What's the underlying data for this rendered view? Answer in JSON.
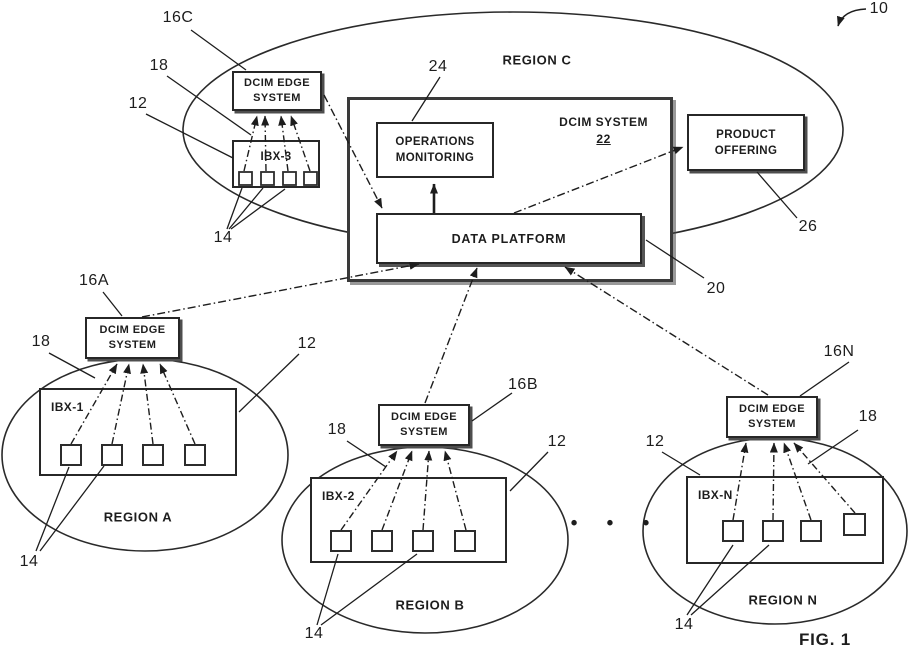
{
  "figure": {
    "fig_label": "FIG. 1",
    "system_ref": "10",
    "ellipsis": "• • •"
  },
  "dcim_system": {
    "title": "DCIM SYSTEM",
    "ref": "22",
    "region_label": "REGION C"
  },
  "operations_monitoring": {
    "line1": "OPERATIONS",
    "line2": "MONITORING",
    "ref": "24"
  },
  "data_platform": {
    "label": "DATA PLATFORM",
    "ref": "20"
  },
  "product_offering": {
    "line1": "PRODUCT",
    "line2": "OFFERING",
    "ref": "26"
  },
  "edge_system": {
    "line1": "DCIM EDGE",
    "line2": "SYSTEM"
  },
  "regions": {
    "c": {
      "edge_ref": "16C",
      "link_ref": "18",
      "ibx_ref": "12",
      "ibx_label": "IBX-3",
      "cabinet_ref": "14"
    },
    "a": {
      "label": "REGION A",
      "edge_ref": "16A",
      "link_ref": "18",
      "ibx_ref": "12",
      "ibx_label": "IBX-1",
      "cabinet_ref": "14"
    },
    "b": {
      "label": "REGION B",
      "edge_ref": "16B",
      "link_ref": "18",
      "ibx_ref": "12",
      "ibx_label": "IBX-2",
      "cabinet_ref": "14"
    },
    "n": {
      "label": "REGION N",
      "edge_ref": "16N",
      "link_ref": "18",
      "ibx_ref": "12",
      "ibx_label": "IBX-N",
      "cabinet_ref": "14"
    }
  },
  "colors": {
    "ink": "#1d1d1d"
  }
}
